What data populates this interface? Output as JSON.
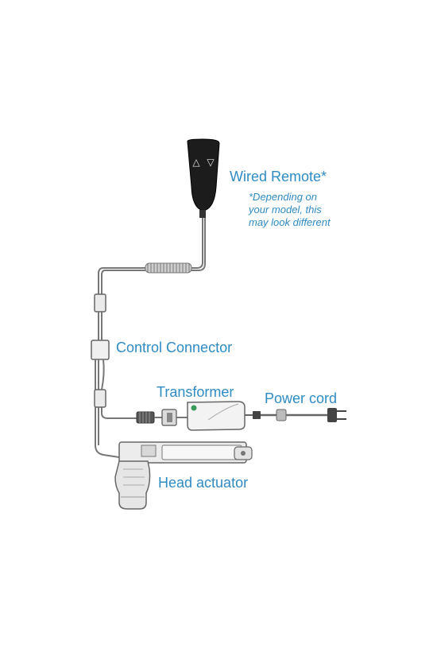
{
  "labels": {
    "wired_remote": "Wired Remote*",
    "note_line1": "*Depending on",
    "note_line2": "your model, this",
    "note_line3": "may look different",
    "control_connector": "Control Connector",
    "transformer": "Transformer",
    "power_cord": "Power cord",
    "head_actuator": "Head actuator"
  },
  "remote": {
    "up_symbol": "△",
    "down_symbol": "▽"
  },
  "colors": {
    "label": "#2f8bc4",
    "line": "#777777",
    "remote": "#1c1c1c"
  }
}
